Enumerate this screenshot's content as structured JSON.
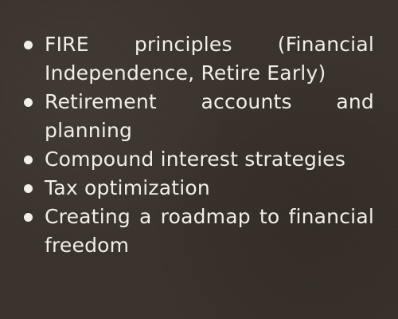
{
  "slide": {
    "bullets": [
      "FIRE principles (Financial Independence, Retire Early)",
      "Retirement accounts and planning",
      "Compound interest strategies",
      "Tax optimization",
      "Creating a roadmap to financial freedom"
    ]
  },
  "colors": {
    "background": "#3a322c",
    "text": "#f2efe8"
  }
}
